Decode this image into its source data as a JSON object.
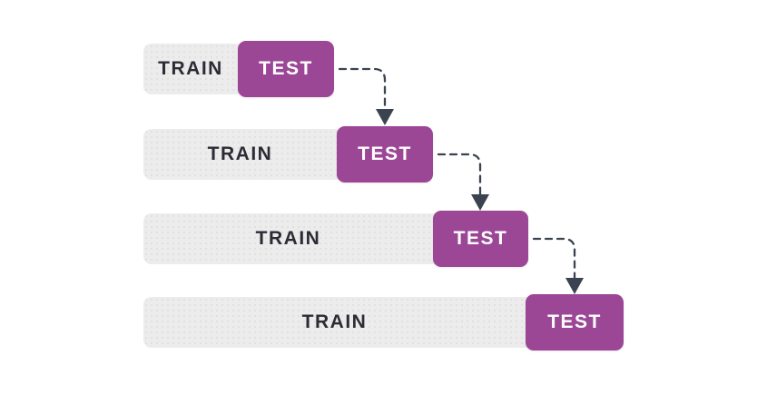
{
  "diagram": {
    "type": "walk-forward-validation",
    "rows": [
      {
        "train_label": "TRAIN",
        "test_label": "TEST"
      },
      {
        "train_label": "TRAIN",
        "test_label": "TEST"
      },
      {
        "train_label": "TRAIN",
        "test_label": "TEST"
      },
      {
        "train_label": "TRAIN",
        "test_label": "TEST"
      }
    ],
    "colors": {
      "test_fill": "#9b4796",
      "train_fill": "#edecec",
      "train_dot": "#dedbdb",
      "train_text": "#2b2c35",
      "test_text": "#ffffff",
      "arrow": "#3b4250",
      "background": "#ffffff"
    },
    "arrow_style": "dashed elbow with filled triangle head, pointing from each TEST block to the next row's TEST block"
  }
}
